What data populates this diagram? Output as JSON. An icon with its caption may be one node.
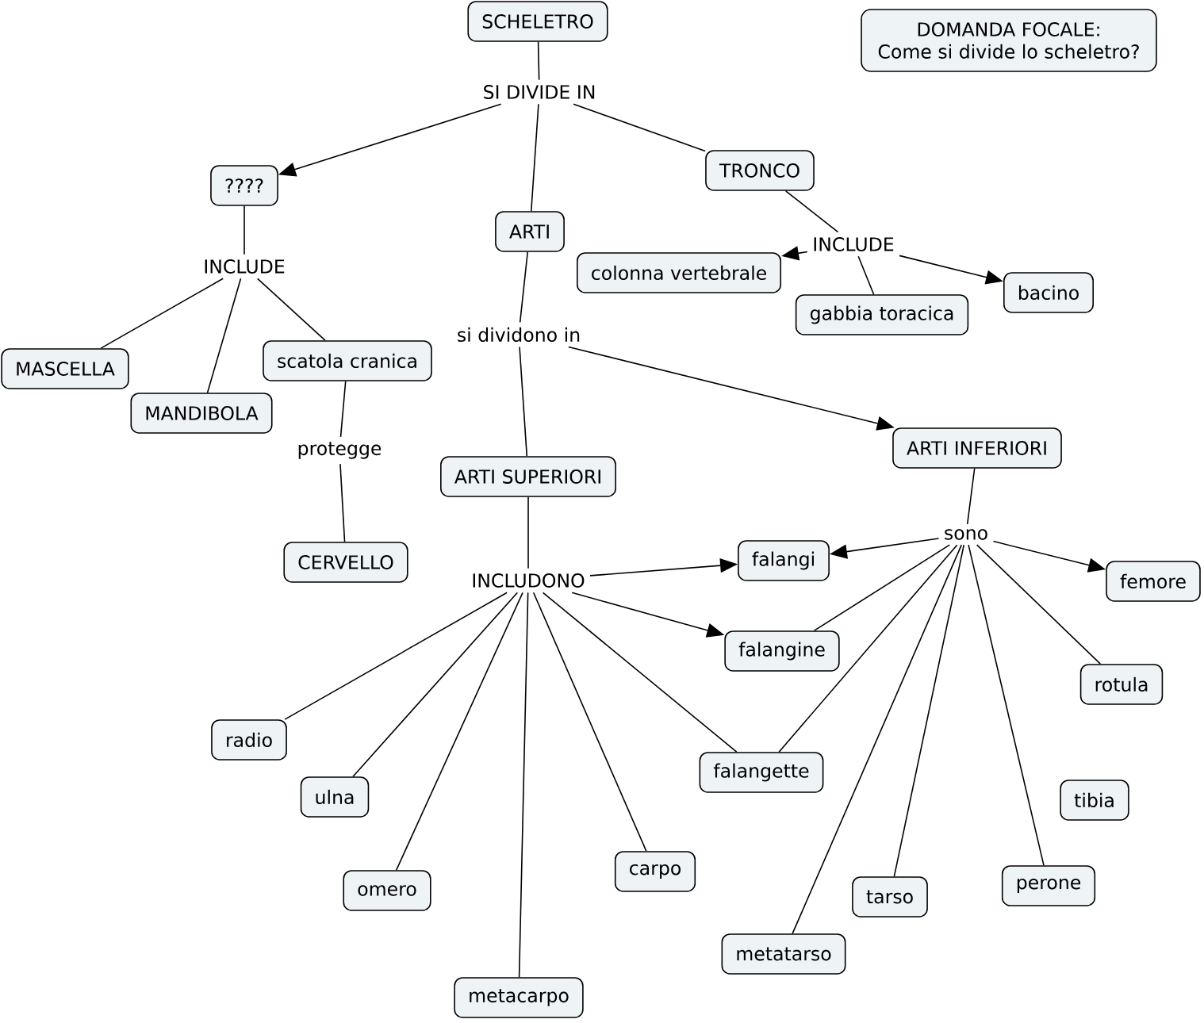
{
  "diagram": {
    "nodes": [
      {
        "text": [
          "SCHELETRO"
        ]
      },
      {
        "text": [
          "DOMANDA FOCALE:",
          "Come si divide lo scheletro?"
        ]
      },
      {
        "text": [
          "SI DIVIDE IN"
        ]
      },
      {
        "text": [
          "????"
        ]
      },
      {
        "text": [
          "ARTI"
        ]
      },
      {
        "text": [
          "TRONCO"
        ]
      },
      {
        "text": [
          "INCLUDE"
        ]
      },
      {
        "text": [
          "INCLUDE"
        ]
      },
      {
        "text": [
          "colonna vertebrale"
        ]
      },
      {
        "text": [
          "gabbia toracica"
        ]
      },
      {
        "text": [
          "bacino"
        ]
      },
      {
        "text": [
          "MASCELLA"
        ]
      },
      {
        "text": [
          "MANDIBOLA"
        ]
      },
      {
        "text": [
          "scatola cranica"
        ]
      },
      {
        "text": [
          "si dividono in"
        ]
      },
      {
        "text": [
          "ARTI SUPERIORI"
        ]
      },
      {
        "text": [
          "ARTI INFERIORI"
        ]
      },
      {
        "text": [
          "protegge"
        ]
      },
      {
        "text": [
          "CERVELLO"
        ]
      },
      {
        "text": [
          "INCLUDONO"
        ]
      },
      {
        "text": [
          "sono"
        ]
      },
      {
        "text": [
          "falangi"
        ]
      },
      {
        "text": [
          "femore"
        ]
      },
      {
        "text": [
          "falangine"
        ]
      },
      {
        "text": [
          "rotula"
        ]
      },
      {
        "text": [
          "radio"
        ]
      },
      {
        "text": [
          "falangette"
        ]
      },
      {
        "text": [
          "ulna"
        ]
      },
      {
        "text": [
          "tibia"
        ]
      },
      {
        "text": [
          "carpo"
        ]
      },
      {
        "text": [
          "omero"
        ]
      },
      {
        "text": [
          "tarso"
        ]
      },
      {
        "text": [
          "perone"
        ]
      },
      {
        "text": [
          "metatarso"
        ]
      },
      {
        "text": [
          "metacarpo"
        ]
      }
    ],
    "edges": [
      {
        "from": 0,
        "to": 2,
        "arrow": "none"
      },
      {
        "from": 2,
        "to": 3,
        "arrow": "to"
      },
      {
        "from": 2,
        "to": 4,
        "arrow": "none"
      },
      {
        "from": 2,
        "to": 5,
        "arrow": "none"
      },
      {
        "from": 3,
        "to": 6,
        "arrow": "none"
      },
      {
        "from": 6,
        "to": 11,
        "arrow": "none"
      },
      {
        "from": 6,
        "to": 12,
        "arrow": "none"
      },
      {
        "from": 6,
        "to": 13,
        "arrow": "none"
      },
      {
        "from": 5,
        "to": 7,
        "arrow": "none"
      },
      {
        "from": 7,
        "to": 8,
        "arrow": "to"
      },
      {
        "from": 7,
        "to": 9,
        "arrow": "none"
      },
      {
        "from": 7,
        "to": 10,
        "arrow": "to"
      },
      {
        "from": 4,
        "to": 14,
        "arrow": "none"
      },
      {
        "from": 14,
        "to": 15,
        "arrow": "none"
      },
      {
        "from": 14,
        "to": 16,
        "arrow": "to"
      },
      {
        "from": 13,
        "to": 17,
        "arrow": "none"
      },
      {
        "from": 17,
        "to": 18,
        "arrow": "none"
      },
      {
        "from": 15,
        "to": 19,
        "arrow": "none"
      },
      {
        "from": 19,
        "to": 21,
        "arrow": "to"
      },
      {
        "from": 19,
        "to": 23,
        "arrow": "to"
      },
      {
        "from": 19,
        "to": 26,
        "arrow": "none"
      },
      {
        "from": 19,
        "to": 25,
        "arrow": "none"
      },
      {
        "from": 19,
        "to": 27,
        "arrow": "none"
      },
      {
        "from": 19,
        "to": 30,
        "arrow": "none"
      },
      {
        "from": 19,
        "to": 34,
        "arrow": "none"
      },
      {
        "from": 19,
        "to": 29,
        "arrow": "none"
      },
      {
        "from": 16,
        "to": 20,
        "arrow": "none"
      },
      {
        "from": 20,
        "to": 21,
        "arrow": "to"
      },
      {
        "from": 20,
        "to": 22,
        "arrow": "to"
      },
      {
        "from": 20,
        "to": 23,
        "arrow": "none"
      },
      {
        "from": 20,
        "to": 26,
        "arrow": "none"
      },
      {
        "from": 20,
        "to": 33,
        "arrow": "none"
      },
      {
        "from": 20,
        "to": 31,
        "arrow": "none"
      },
      {
        "from": 20,
        "to": 32,
        "arrow": "none"
      },
      {
        "from": 20,
        "to": 24,
        "arrow": "none"
      }
    ]
  }
}
